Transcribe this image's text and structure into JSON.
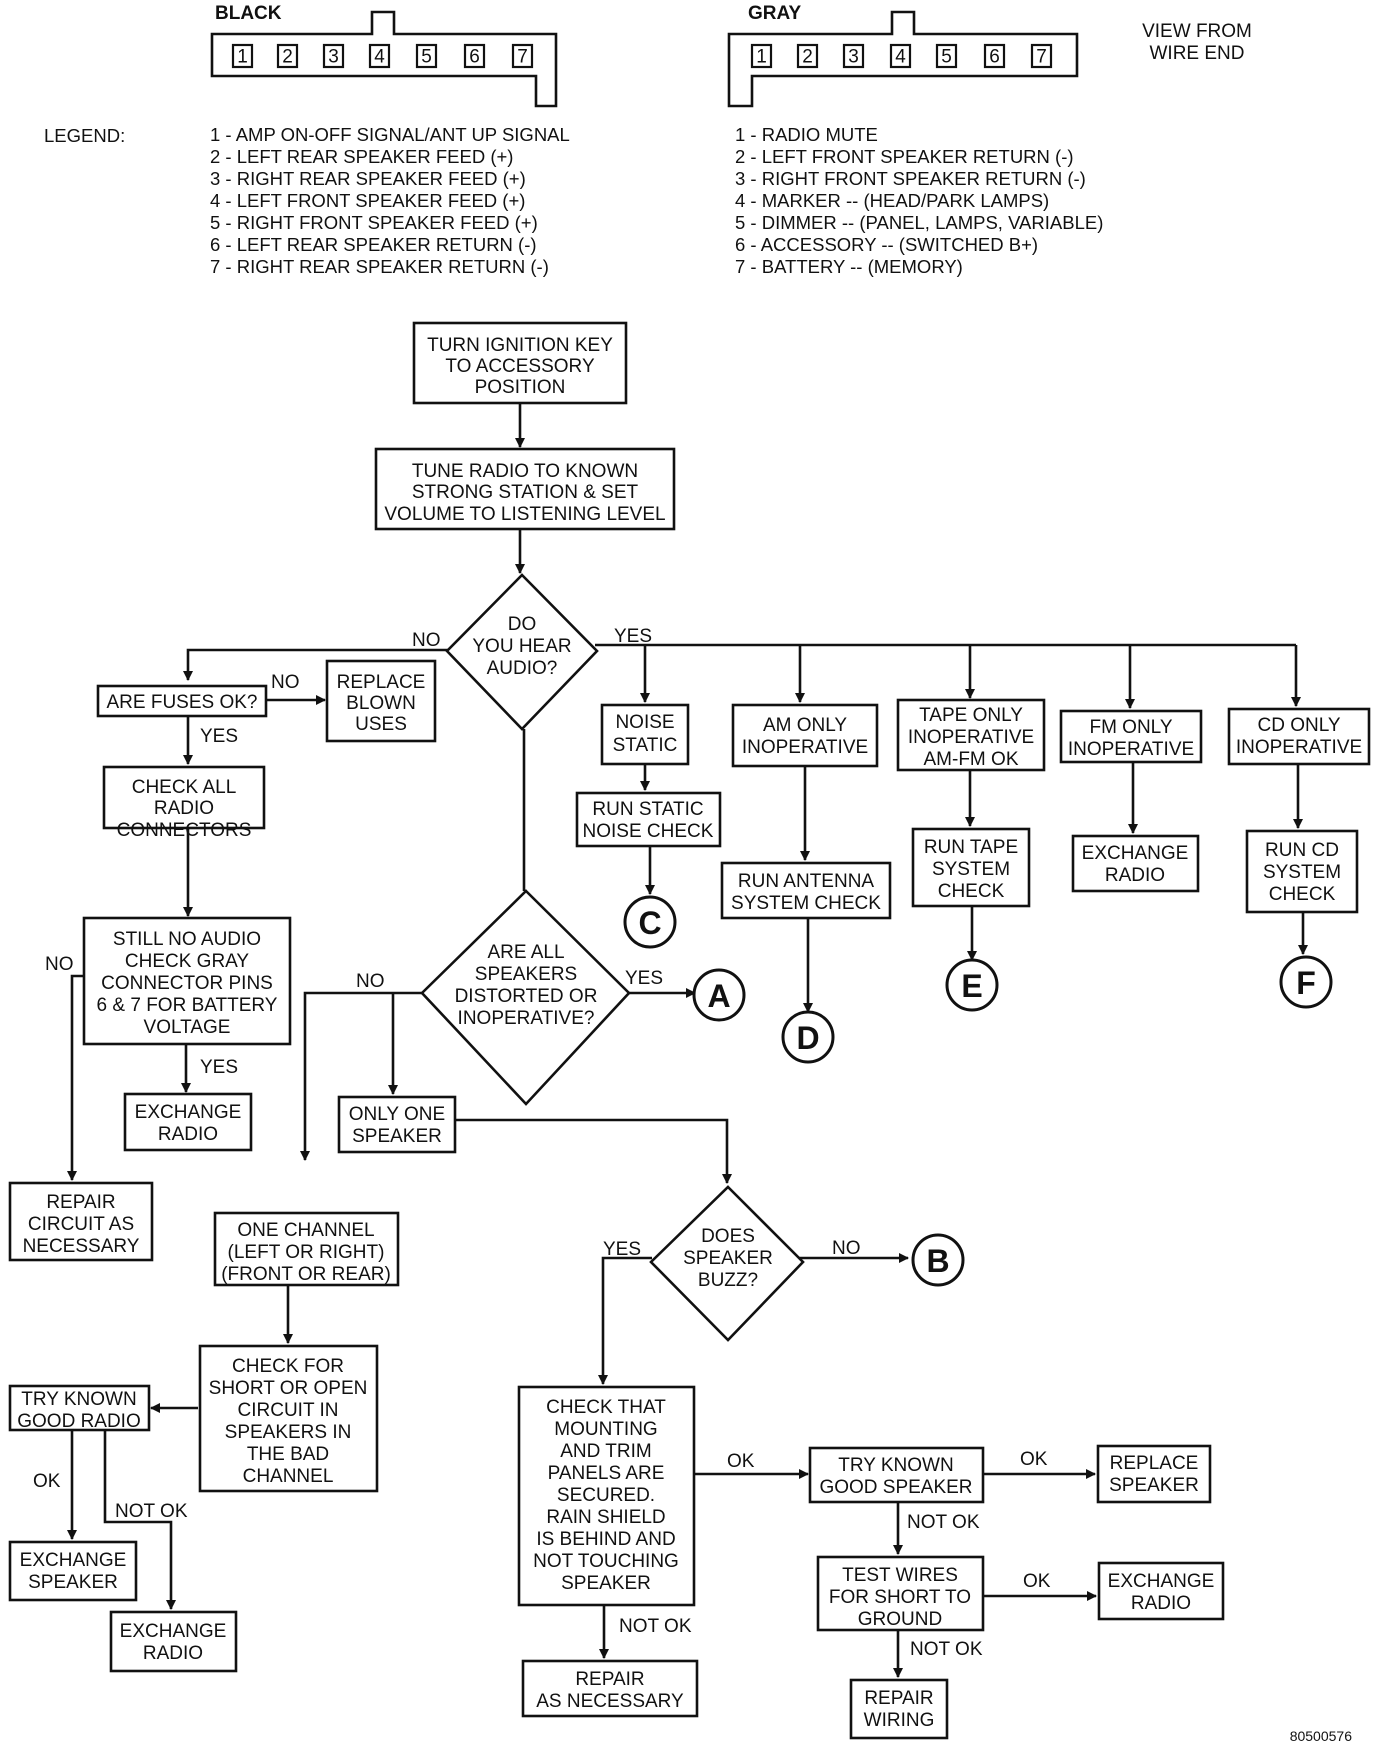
{
  "connectors": {
    "black": {
      "label": "BLACK",
      "pins": [
        "1",
        "2",
        "3",
        "4",
        "5",
        "6",
        "7"
      ]
    },
    "gray": {
      "label": "GRAY",
      "pins": [
        "1",
        "2",
        "3",
        "4",
        "5",
        "6",
        "7"
      ]
    },
    "view_note": [
      "VIEW FROM",
      "WIRE END"
    ]
  },
  "legend": {
    "title": "LEGEND:",
    "black": [
      "1 - AMP ON-OFF SIGNAL/ANT UP SIGNAL",
      "2 - LEFT REAR SPEAKER FEED (+)",
      "3 - RIGHT REAR SPEAKER FEED (+)",
      "4 - LEFT FRONT SPEAKER FEED (+)",
      "5 - RIGHT FRONT SPEAKER FEED (+)",
      "6 - LEFT REAR SPEAKER RETURN (-)",
      "7 - RIGHT REAR SPEAKER RETURN (-)"
    ],
    "gray": [
      "1 - RADIO MUTE",
      "2 - LEFT FRONT SPEAKER RETURN (-)",
      "3 - RIGHT FRONT SPEAKER RETURN (-)",
      "4 - MARKER -- (HEAD/PARK LAMPS)",
      "5 - DIMMER -- (PANEL, LAMPS, VARIABLE)",
      "6 - ACCESSORY -- (SWITCHED B+)",
      "7 - BATTERY -- (MEMORY)"
    ]
  },
  "nodes": {
    "ignition": [
      "TURN IGNITION KEY",
      "TO ACCESSORY",
      "POSITION"
    ],
    "tune": [
      "TUNE RADIO TO KNOWN",
      "STRONG STATION & SET",
      "VOLUME TO LISTENING LEVEL"
    ],
    "hear_audio": [
      "DO",
      "YOU HEAR",
      "AUDIO?"
    ],
    "fuses": [
      "ARE FUSES OK?"
    ],
    "replace_fuses": [
      "REPLACE",
      "BLOWN",
      "USES"
    ],
    "check_connectors": [
      "CHECK ALL",
      "RADIO",
      "CONNECTORS"
    ],
    "still_no_audio": [
      "STILL NO AUDIO",
      "CHECK GRAY",
      "CONNECTOR PINS",
      "6 & 7 FOR BATTERY",
      "VOLTAGE"
    ],
    "exchange_radio_1": [
      "EXCHANGE",
      "RADIO"
    ],
    "repair_circuit": [
      "REPAIR",
      "CIRCUIT AS",
      "NECESSARY"
    ],
    "noise_static": [
      "NOISE",
      "STATIC"
    ],
    "run_static": [
      "RUN STATIC",
      "NOISE CHECK"
    ],
    "am_only": [
      "AM ONLY",
      "INOPERATIVE"
    ],
    "run_antenna": [
      "RUN ANTENNA",
      "SYSTEM CHECK"
    ],
    "tape_only": [
      "TAPE ONLY",
      "INOPERATIVE",
      "AM-FM OK"
    ],
    "run_tape": [
      "RUN TAPE",
      "SYSTEM",
      "CHECK"
    ],
    "fm_only": [
      "FM ONLY",
      "INOPERATIVE"
    ],
    "exchange_radio_fm": [
      "EXCHANGE",
      "RADIO"
    ],
    "cd_only": [
      "CD ONLY",
      "INOPERATIVE"
    ],
    "run_cd": [
      "RUN CD",
      "SYSTEM",
      "CHECK"
    ],
    "all_speakers": [
      "ARE ALL",
      "SPEAKERS",
      "DISTORTED OR",
      "INOPERATIVE?"
    ],
    "only_one": [
      "ONLY ONE",
      "SPEAKER"
    ],
    "one_channel": [
      "ONE CHANNEL",
      "(LEFT OR RIGHT)",
      "(FRONT OR REAR)"
    ],
    "check_short": [
      "CHECK FOR",
      "SHORT OR OPEN",
      "CIRCUIT IN",
      "SPEAKERS IN",
      "THE BAD",
      "CHANNEL"
    ],
    "try_radio": [
      "TRY KNOWN",
      "GOOD RADIO"
    ],
    "exchange_speaker_1": [
      "EXCHANGE",
      "SPEAKER"
    ],
    "exchange_radio_2": [
      "EXCHANGE",
      "RADIO"
    ],
    "speaker_buzz": [
      "DOES",
      "SPEAKER",
      "BUZZ?"
    ],
    "check_mounting": [
      "CHECK THAT",
      "MOUNTING",
      "AND TRIM",
      "PANELS ARE",
      "SECURED.",
      "RAIN SHIELD",
      "IS BEHIND AND",
      "NOT TOUCHING",
      "SPEAKER"
    ],
    "repair_necessary": [
      "REPAIR",
      "AS NECESSARY"
    ],
    "try_speaker": [
      "TRY KNOWN",
      "GOOD SPEAKER"
    ],
    "replace_speaker": [
      "REPLACE",
      "SPEAKER"
    ],
    "test_wires": [
      "TEST WIRES",
      "FOR SHORT TO",
      "GROUND"
    ],
    "exchange_radio_3": [
      "EXCHANGE",
      "RADIO"
    ],
    "repair_wiring": [
      "REPAIR",
      "WIRING"
    ]
  },
  "terminals": {
    "a": "A",
    "b": "B",
    "c": "C",
    "d": "D",
    "e": "E",
    "f": "F"
  },
  "labels": {
    "no": "NO",
    "yes": "YES",
    "ok": "OK",
    "not_ok": "NOT OK"
  },
  "figure_id": "80500576"
}
